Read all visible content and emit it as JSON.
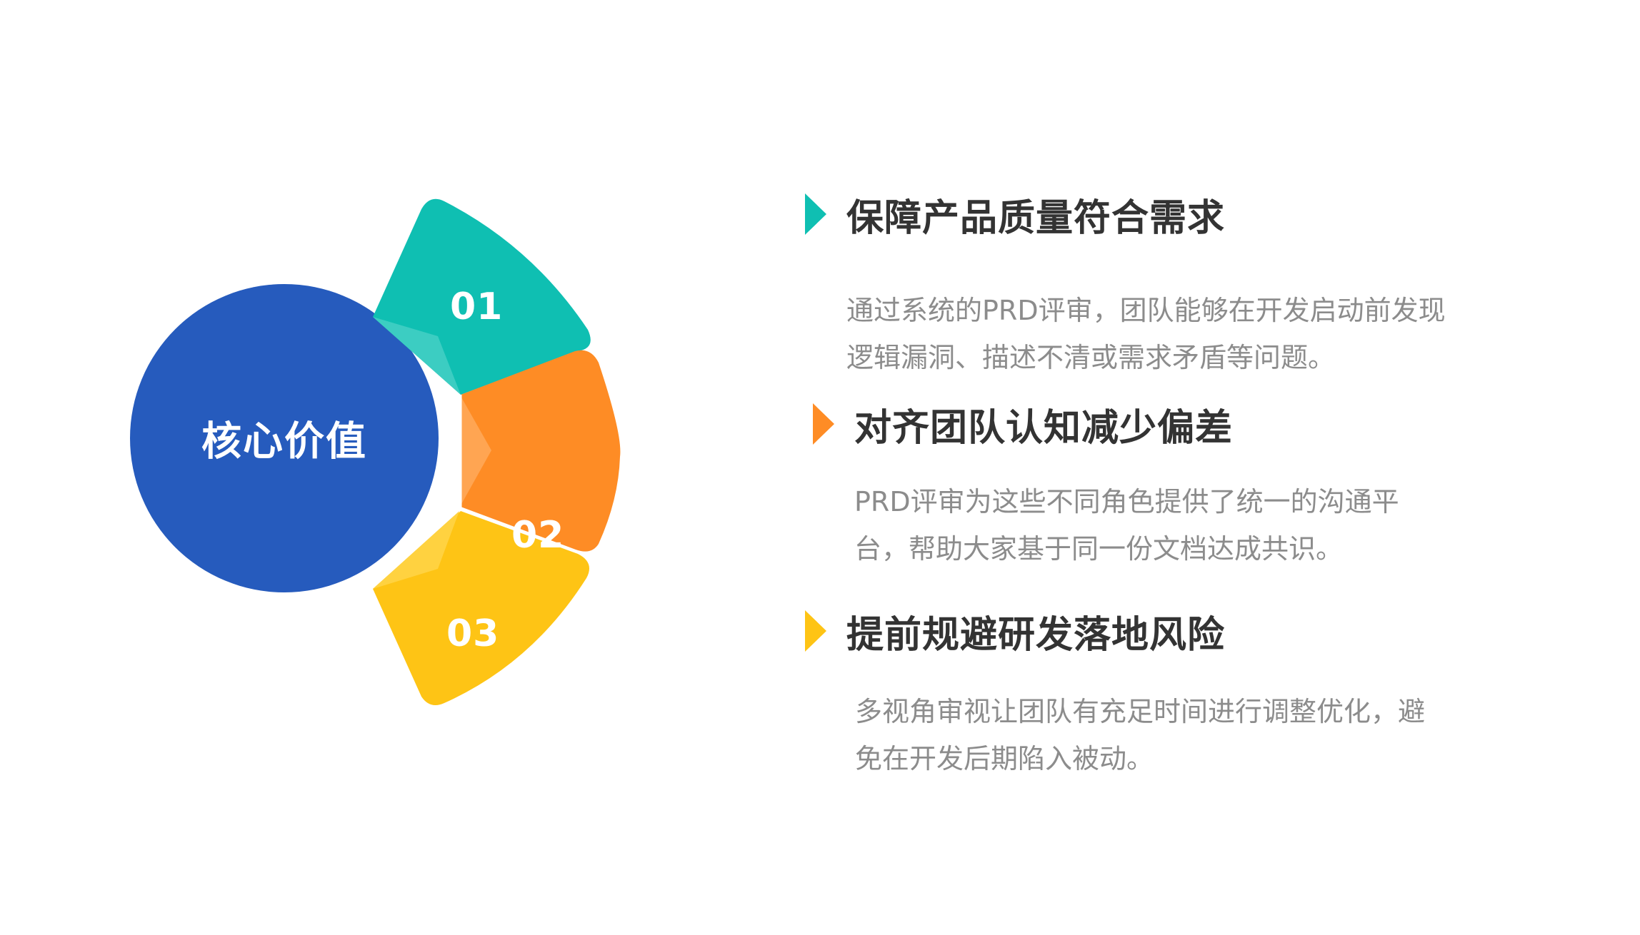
{
  "center": {
    "label": "核心价值",
    "color": "#265bbd"
  },
  "petals": [
    {
      "number": "01",
      "color": "#0fbfb2",
      "highlight": "#3ccdc2"
    },
    {
      "number": "02",
      "color": "#fe8c25",
      "highlight": "#ffa552"
    },
    {
      "number": "03",
      "color": "#fec415",
      "highlight": "#ffd240"
    }
  ],
  "items": [
    {
      "title": "保障产品质量符合需求",
      "desc_lines": [
        "通过系统的PRD评审，团队能够在开发启动前发现",
        "逻辑漏洞、描述不清或需求矛盾等问题。"
      ],
      "arrow_color": "#0fbfb2"
    },
    {
      "title": "对齐团队认知减少偏差",
      "desc_lines": [
        "PRD评审为这些不同角色提供了统一的沟通平",
        "台，帮助大家基于同一份文档达成共识。"
      ],
      "arrow_color": "#fe8c25"
    },
    {
      "title": "提前规避研发落地风险",
      "desc_lines": [
        "多视角审视让团队有充足时间进行调整优化，避",
        "免在开发后期陷入被动。"
      ],
      "arrow_color": "#fec415"
    }
  ]
}
